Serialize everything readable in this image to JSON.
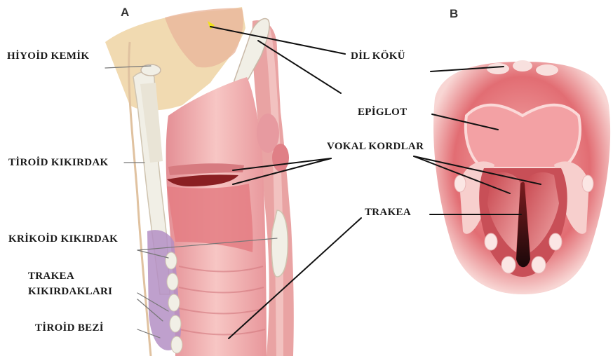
{
  "panels": {
    "a": "A",
    "b": "B"
  },
  "labels": {
    "hyoid": "HİYOİD KEMİK",
    "tongue_root": "DİL KÖKÜ",
    "epiglottis": "EPİGLOT",
    "thyroid_cartilage": "TİROİD KIKIRDAK",
    "vocal_cords": "VOKAL KORDLAR",
    "cricoid_cartilage": "KRİKOİD KIKIRDAK",
    "trachea": "TRAKEA",
    "tracheal_cartilages_1": "TRAKEA",
    "tracheal_cartilages_2": "KIKIRDAKLARI",
    "thyroid_gland": "TİROİD BEZİ"
  },
  "colors": {
    "leader_line": "#111111",
    "tissue_pink": "#e9a3a3",
    "mucosa": "#f2c2c0",
    "dark_red": "#8a1f22",
    "cartilage": "#f1efe6",
    "fat_yellow": "#f0d6a8",
    "gland_purple": "#b48fc4"
  }
}
